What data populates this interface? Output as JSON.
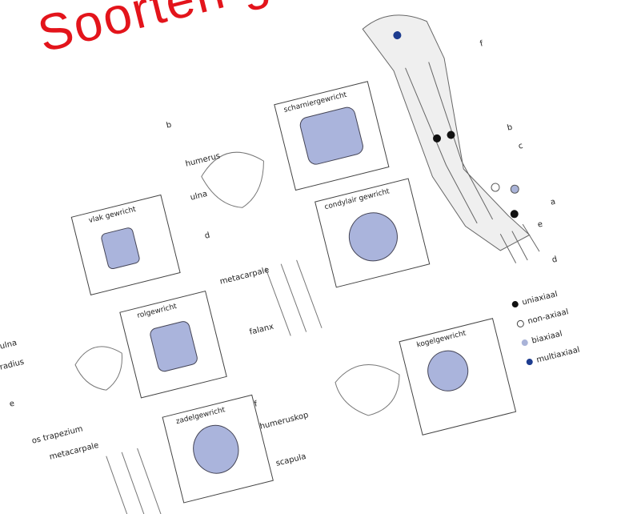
{
  "title": "Soorten gew",
  "colors": {
    "title": "#e3141b",
    "joint_fill": "#aab4dc",
    "uniaxiaal": "#111111",
    "non_axiaal": "#ffffff",
    "biaxiaal": "#a9b3d8",
    "multiaxiaal": "#1d3c8f"
  },
  "boxes": {
    "vlak": "vlak gewricht",
    "scharnier": "scharniergewricht",
    "condylair": "condylair gewricht",
    "rol": "rolgewricht",
    "zadel": "zadelgewricht",
    "kogel": "kogelgewricht"
  },
  "letters": {
    "a": "a",
    "b": "b",
    "c": "c",
    "d": "d",
    "e": "e",
    "f": "f"
  },
  "labels": {
    "humerus": "humerus",
    "ulna_top": "ulna",
    "ulna_left": "ulna",
    "radius": "radius",
    "metacarpale_mid": "metacarpale",
    "falanx": "falanx",
    "os_trapezium": "os trapezium",
    "metacarpale_low": "metacarpale",
    "humeruskop": "humeruskop",
    "scapula": "scapula"
  },
  "legend": [
    {
      "label": "uniaxiaal",
      "icon": "filled-black-dot"
    },
    {
      "label": "non-axiaal",
      "icon": "hollow-dot"
    },
    {
      "label": "biaxiaal",
      "icon": "light-blue-dot"
    },
    {
      "label": "multiaxiaal",
      "icon": "dark-blue-dot"
    }
  ]
}
